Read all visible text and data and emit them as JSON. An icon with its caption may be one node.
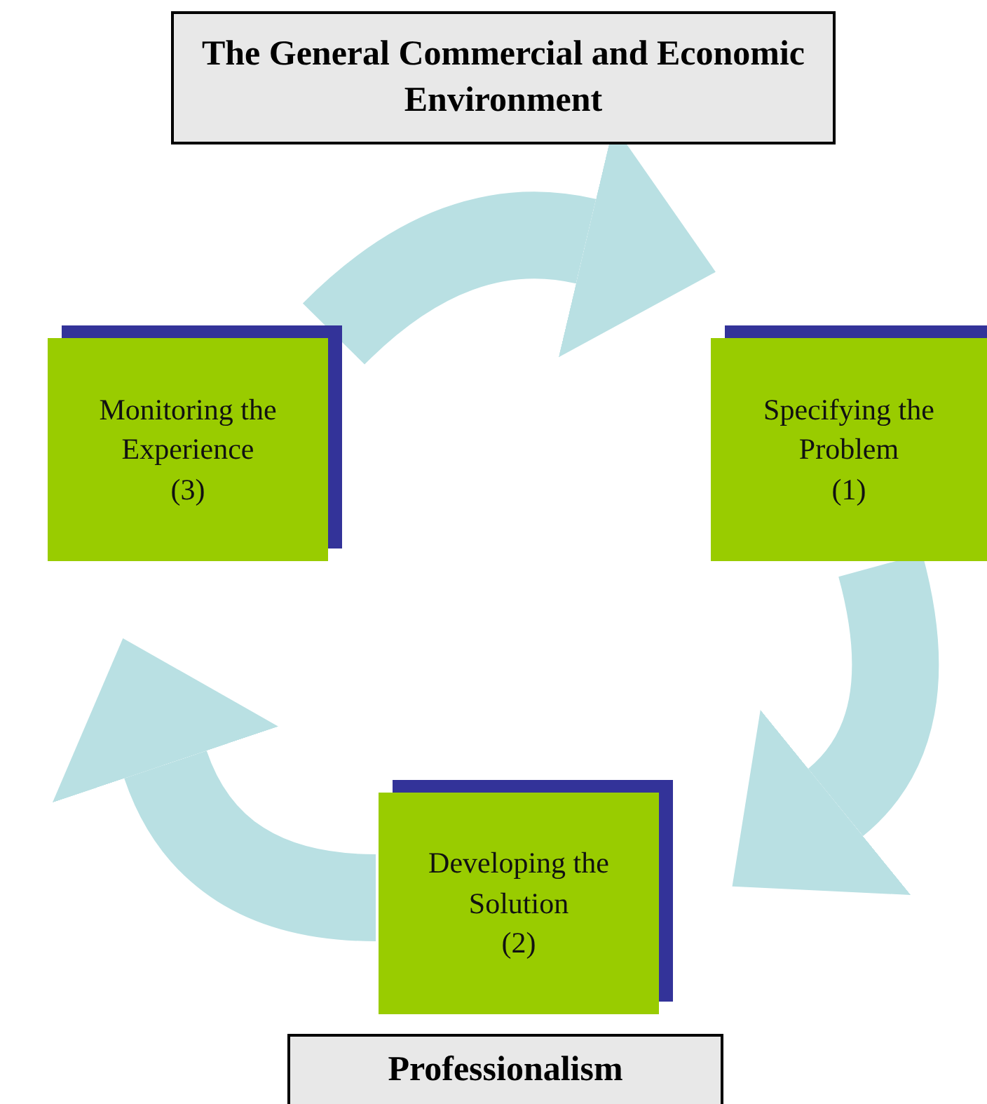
{
  "diagram": {
    "nodes": [
      {
        "text": [
          "The General Commercial and Economic Environment"
        ]
      },
      {
        "text": [
          "Monitoring the Experience",
          "(3)"
        ]
      },
      {
        "text": [
          "Specifying the Problem",
          "(1)"
        ]
      },
      {
        "text": [
          "Developing the Solution",
          "(2)"
        ]
      },
      {
        "text": [
          "Professionalism"
        ]
      }
    ],
    "edges": [
      {
        "from": 1,
        "to": 2,
        "arrow": "to"
      },
      {
        "from": 2,
        "to": 3,
        "arrow": "to"
      },
      {
        "from": 3,
        "to": 1,
        "arrow": "to"
      }
    ]
  }
}
